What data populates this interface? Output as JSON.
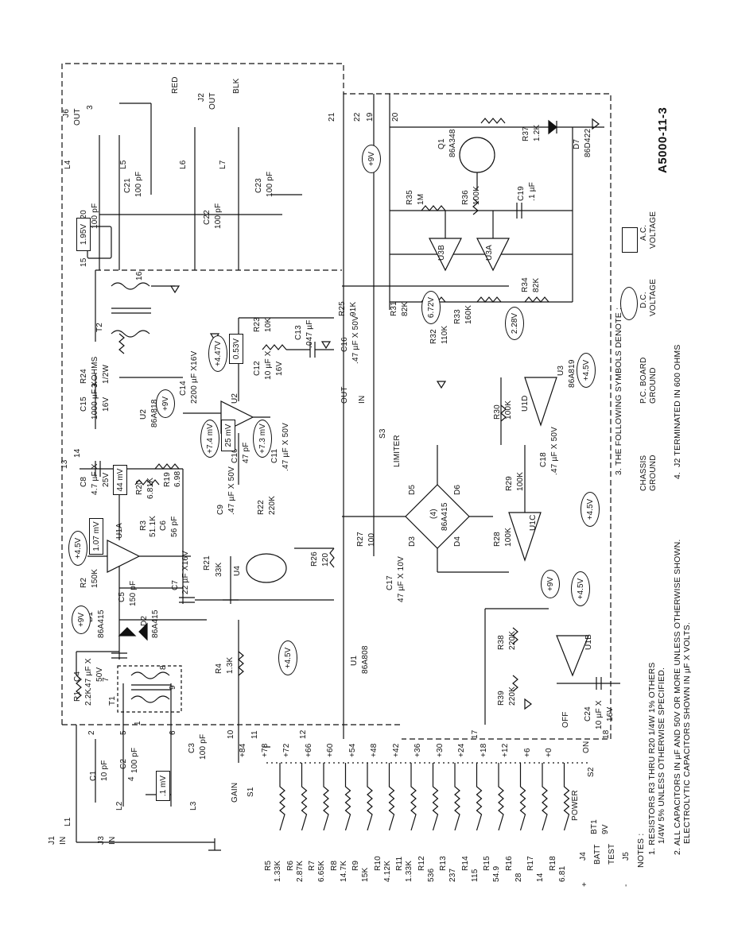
{
  "doc_id": "A5000-11-3",
  "notes": {
    "heading": "NOTES :",
    "n1a": "1. RESISTORS R3 THRU R20 1/4W 1% OTHERS",
    "n1b": "1/4W 5% UNLESS OTHERWISE SPECIFIED.",
    "n2a": "2. ALL CAPACITORS IN µF AND 50V OR MORE UNLESS OTHERWISE SHOWN.",
    "n2b": "ELECTROLYTIC CAPACITORS SHOWN IN µF X VOLTS.",
    "n3": "3. THE FOLLOWING SYMBOLS DENOTE :",
    "n4": "J2 TERMINATED IN 600 OHMS",
    "n4_num": "4."
  },
  "legend": {
    "chassis": "CHASSIS",
    "chassis2": "GROUND",
    "pcb": "P.C. BOARD",
    "pcb2": "GROUND",
    "dc": "D.C.",
    "dc2": "VOLTAGE",
    "ac": "A.C.",
    "ac2": "VOLTAGE"
  },
  "jacks": {
    "j1": "J1",
    "j1_sub": "IN",
    "j3": "J3",
    "j3_sub": "IN",
    "j4": "J4",
    "j5": "J5",
    "j6": "J6",
    "j6_sub": "OUT",
    "j2": "J2",
    "j2_sub": "OUT",
    "red": "RED",
    "blk": "BLK",
    "batt": "BATT",
    "test": "TEST",
    "plus": "+",
    "minus": "-"
  },
  "controls": {
    "gain": "GAIN",
    "s1": "S1",
    "power": "POWER",
    "s2": "S2",
    "off": "OFF",
    "on": "ON",
    "bt1": "BT1",
    "bt1_v": "9V",
    "s3": "S3",
    "limiter": "LIMITER",
    "out": "OUT",
    "in": "IN"
  },
  "gain_steps": [
    "+84",
    "+78",
    "+72",
    "+66",
    "+60",
    "+54",
    "+48",
    "+42",
    "+36",
    "+30",
    "+24",
    "+18",
    "+12",
    "+6",
    "+0"
  ],
  "gain_resistors": [
    {
      "ref": "R5",
      "val": "1.33K"
    },
    {
      "ref": "R6",
      "val": "2.87K"
    },
    {
      "ref": "R7",
      "val": "6.65K"
    },
    {
      "ref": "R8",
      "val": "14.7K"
    },
    {
      "ref": "R9",
      "val": "15K"
    },
    {
      "ref": "R10",
      "val": "4.12K"
    },
    {
      "ref": "R11",
      "val": "1.33K"
    },
    {
      "ref": "R12",
      "val": "536"
    },
    {
      "ref": "R13",
      "val": "237"
    },
    {
      "ref": "R14",
      "val": "115"
    },
    {
      "ref": "R15",
      "val": "54.9"
    },
    {
      "ref": "R16",
      "val": "28"
    },
    {
      "ref": "R17",
      "val": "14"
    },
    {
      "ref": "R18",
      "val": "6.81"
    }
  ],
  "components": {
    "L1": "L1",
    "L2": "L2",
    "L3": "L3",
    "L4": "L4",
    "L5": "L5",
    "L6": "L6",
    "L7": "L7",
    "C1": "C1",
    "C1v": "10 pF",
    "C2": "C2",
    "C2v": "100 pF",
    "C3": "C3",
    "C3v": "100 pF",
    "R1": "R1",
    "R1v": "2.2K",
    "T1": "T1",
    "C4": "C4",
    "C4v": ".47 µF X",
    "C4v2": "50V",
    "D1": "D1",
    "D1v": "86A415",
    "D2": "D2",
    "D2v": "86A415",
    "R2": "R2",
    "R2v": "150K",
    "C5": "C5",
    "C5v": "150 pF",
    "C8": "C8",
    "C8v": "4.7 µF X",
    "C8v2": "25V",
    "U1A": "U1A",
    "R3": "R3",
    "R3v": "51.1K",
    "C6": "C6",
    "C6v": "56 pF",
    "R20": "R20",
    "R20v": "6.81K",
    "R19": "R19",
    "R19v": "6.98",
    "C7": "C7",
    "C7v": "22 µF X16V",
    "R4": "R4",
    "R4v": "1.3K",
    "U1": "U1",
    "U1v": "86A808",
    "R21": "R21",
    "R21v": "33K",
    "U4": "U4",
    "C9": "C9",
    "C9v": ".47 µF X 50V",
    "R22": "R22",
    "R22v": "220K",
    "C10": "C10",
    "C10v": "47 pF",
    "C11": "C11",
    "C11v": ".47 µF X 50V",
    "R26": "R26",
    "R26v": "120",
    "R27": "R27",
    "R27v": "100",
    "C17": "C17",
    "C17v": "47 µF X 10V",
    "U2": "U2",
    "U2v": "86A818",
    "C14": "C14",
    "C14v": "2200 µF X16V",
    "C15": "C15",
    "C15v": "1000 µF X",
    "C15v2": "16V",
    "R24": "R24",
    "R24v": "3 OHMS",
    "R24v2": "1/2W",
    "T2": "T2",
    "R23": "R23",
    "R23v": "10K",
    "C13": "C13",
    "C13v": ".047 µF",
    "C12": "C12",
    "C12v": "10 µF X",
    "C12v2": "16V",
    "C16": "C16",
    "C16v": ".47 µF X 50V",
    "R25": "R25",
    "R25v": "91K",
    "D3": "D3",
    "D4": "D4",
    "D5": "D5",
    "D6": "D6",
    "Dq": "(4)",
    "Dv": "86A415",
    "R28": "R28",
    "R28v": "100K",
    "R29": "R29",
    "R29v": "100K",
    "C18": "C18",
    "C18v": ".47 µF X 50V",
    "R30": "R30",
    "R30v": "100K",
    "U1C": "U1C",
    "U1D": "U1D",
    "U1B": "U1B",
    "U3": "U3",
    "U3v": "86A819",
    "R31": "R31",
    "R31v": "82K",
    "R32": "R32",
    "R32v": "110K",
    "R33": "R33",
    "R33v": "160K",
    "R34": "R34",
    "R34v": "82K",
    "U3A": "U3A",
    "U3B": "U3B",
    "R35": "R35",
    "R35v": "1M",
    "R36": "R36",
    "R36v": "100K",
    "C19": "C19",
    "C19v": ".1 µF",
    "Q1": "Q1",
    "Q1v": "86A348",
    "R37": "R37",
    "R37v": "1.2K",
    "D7": "D7",
    "D7v": "86D422",
    "C20": "C20",
    "C20v": "100 pF",
    "C21": "C21",
    "C21v": "100 pF",
    "C22": "C22",
    "C22v": "100 pF",
    "C23": "C23",
    "C23v": "100 pF",
    "R38": "R38",
    "R38v": "220K",
    "R39": "R39",
    "R39v": "220K",
    "C24": "C24",
    "C24v": "10 µF X",
    "C24v2": "16V"
  },
  "voltages": {
    "v_45a": "+4.5V",
    "v_107": "1.07 mV",
    "v_9a": "+9V",
    "v_44": "44 mV",
    "v_1mv": ".1 mV",
    "v_45b": "+4.5V",
    "v_74": "+7.4 mV",
    "v_25": "25 mV",
    "v_73": "+7.3 mV",
    "v_9b": "+9V",
    "v_447": "+4.47V",
    "v_053": "0.53V",
    "v_195": "1.95V",
    "v_9c": "+9V",
    "v_672": "6.72V",
    "v_228": "2.28V",
    "v_45c": "+4.5V",
    "v_45d": "+4.5V",
    "v_9d": "+9V",
    "v_45e": "+4.5V"
  },
  "nodes": [
    "1",
    "2",
    "3",
    "4",
    "5",
    "6",
    "7",
    "8",
    "9",
    "10",
    "11",
    "12",
    "13",
    "14",
    "15",
    "16",
    "17",
    "18",
    "19",
    "20",
    "21",
    "22"
  ]
}
